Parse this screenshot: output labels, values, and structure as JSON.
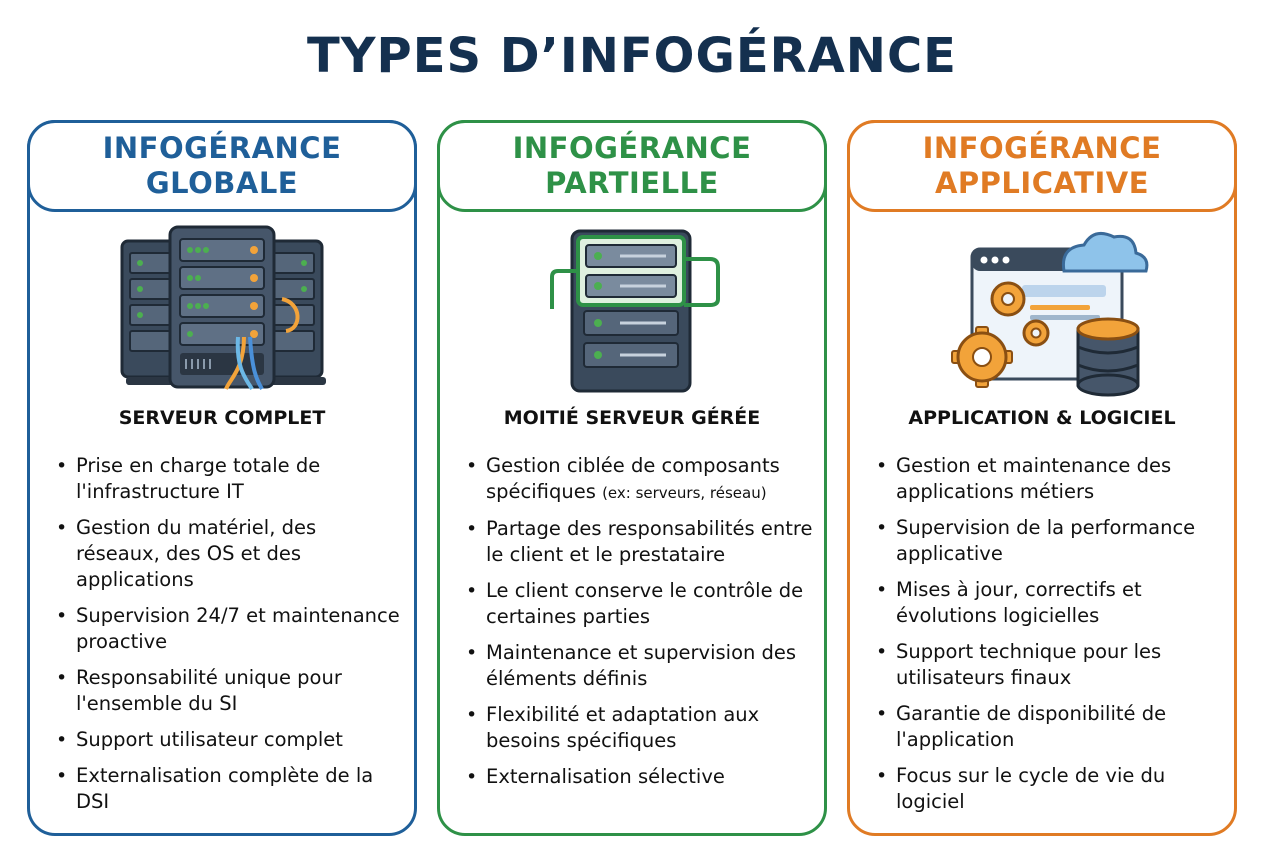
{
  "title": "TYPES D’INFOGÉRANCE",
  "colors": {
    "title": "#14304f",
    "blue": "#1f5f99",
    "green": "#2e9147",
    "orange": "#e07b24"
  },
  "cards": [
    {
      "header_line1": "INFOGÉRANCE",
      "header_line2": "GLOBALE",
      "icon": "server-rack-icon",
      "subtitle": "SERVEUR COMPLET",
      "bullets": [
        "Prise en charge totale de l'infrastructure IT",
        "Gestion du matériel, des réseaux, des OS et des applications",
        "Supervision 24/7 et maintenance proactive",
        "Responsabilité unique pour l'ensemble du SI",
        "Support utilisateur complet",
        "Externalisation complète de la DSI"
      ]
    },
    {
      "header_line1": "INFOGÉRANCE",
      "header_line2": "PARTIELLE",
      "icon": "partial-server-icon",
      "subtitle": "MOITIÉ SERVEUR GÉRÉE",
      "bullets": [
        "Gestion ciblée de composants spécifiques",
        "(ex: serveurs, réseau)",
        "Partage des responsabilités entre le client et le prestataire",
        "Le client conserve le contrôle de certaines parties",
        "Maintenance et supervision des éléments définis",
        "Flexibilité et adaptation aux besoins spécifiques",
        "Externalisation sélective"
      ]
    },
    {
      "header_line1": "INFOGÉRANCE",
      "header_line2": "APPLICATIVE",
      "icon": "application-cloud-icon",
      "subtitle": "APPLICATION & LOGICIEL",
      "bullets": [
        "Gestion et maintenance des applications métiers",
        "Supervision de la performance applicative",
        "Mises à jour, correctifs et évolutions logicielles",
        "Support technique pour les utilisateurs finaux",
        "Garantie de disponibilité de l'application",
        "Focus sur le cycle de vie du logiciel"
      ]
    }
  ]
}
